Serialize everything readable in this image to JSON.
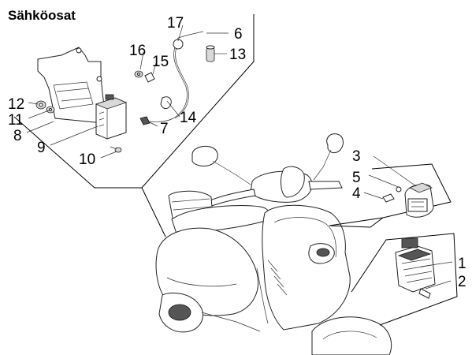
{
  "title": "Sähköosat",
  "callouts": [
    {
      "id": "c1",
      "label": "1"
    },
    {
      "id": "c2",
      "label": "2"
    },
    {
      "id": "c3",
      "label": "3"
    },
    {
      "id": "c4",
      "label": "4"
    },
    {
      "id": "c5",
      "label": "5"
    },
    {
      "id": "c6",
      "label": "6"
    },
    {
      "id": "c7",
      "label": "7"
    },
    {
      "id": "c8",
      "label": "8"
    },
    {
      "id": "c9",
      "label": "9"
    },
    {
      "id": "c10",
      "label": "10"
    },
    {
      "id": "c11",
      "label": "11"
    },
    {
      "id": "c12",
      "label": "12"
    },
    {
      "id": "c13",
      "label": "13"
    },
    {
      "id": "c14",
      "label": "14"
    },
    {
      "id": "c15",
      "label": "15"
    },
    {
      "id": "c16",
      "label": "16"
    },
    {
      "id": "c17",
      "label": "17"
    }
  ]
}
